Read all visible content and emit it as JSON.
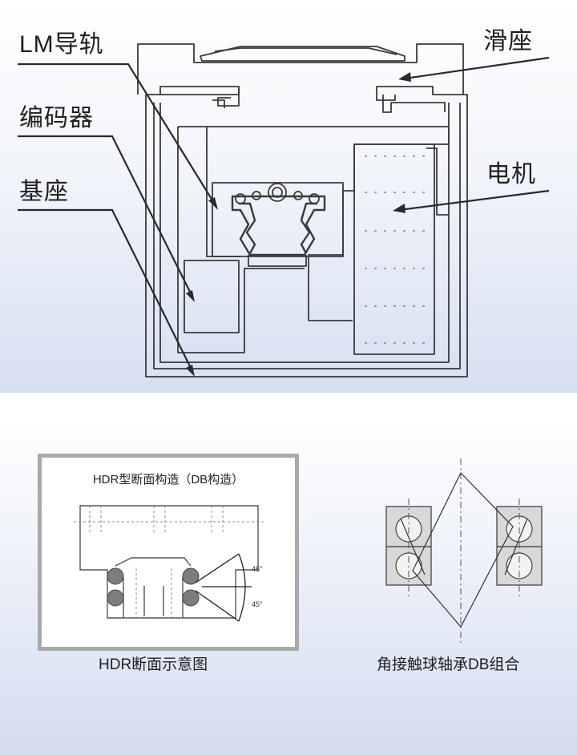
{
  "top_diagram": {
    "labels": {
      "lm_guide": "LM导轨",
      "encoder": "编码器",
      "base": "基座",
      "slider": "滑座",
      "motor": "电机"
    }
  },
  "bottom_left": {
    "inner_title": "HDR型断面构造（DB构造）",
    "angle_top": "45°",
    "angle_bottom": "45°",
    "caption": "HDR断面示意图"
  },
  "bottom_right": {
    "caption": "角接触球轴承DB组合"
  }
}
